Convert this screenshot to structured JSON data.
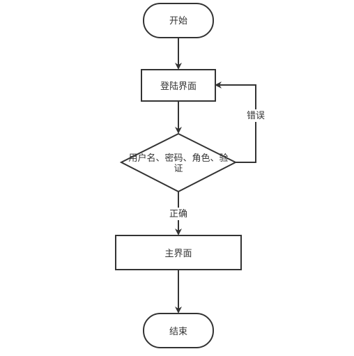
{
  "nodes": {
    "start": "开始",
    "login": "登陆界面",
    "verify_line1": "用户名、密码、角色、验",
    "verify_line2": "证",
    "main": "主界面",
    "end": "结束"
  },
  "edges": {
    "error": "错误",
    "correct": "正确"
  },
  "colors": {
    "stroke": "#333333",
    "fill": "#ffffff"
  }
}
